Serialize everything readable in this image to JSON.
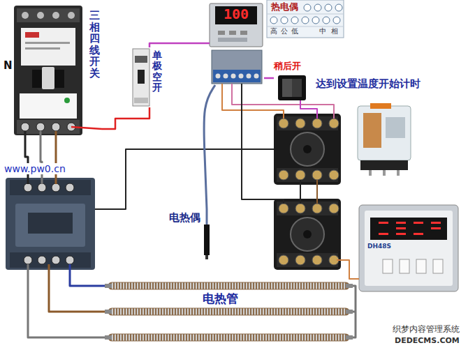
{
  "diagram": {
    "nodes": [
      {
        "text": [
          "三相四线开关"
        ]
      },
      {
        "text": [
          "单极空开"
        ]
      },
      {
        "text": [
          "100"
        ]
      },
      {
        "text": [
          "热电偶",
          "高",
          "公",
          "低",
          "中",
          "相"
        ]
      },
      {
        "text": [
          "稍后开"
        ]
      },
      {
        "text": [
          "电热偶"
        ]
      },
      {
        "text": [
          "电热管"
        ]
      },
      {
        "text": [
          "DH48S"
        ]
      }
    ],
    "edges": [
      {
        "from": 0,
        "to": 1,
        "arrow": "none"
      },
      {
        "from": 1,
        "to": 2,
        "arrow": "none"
      },
      {
        "from": 5,
        "to": 2,
        "arrow": "none"
      },
      {
        "from": 2,
        "to": 4,
        "arrow": "none"
      }
    ],
    "labels": [
      "N",
      "达到设置温度开始计时",
      "www.pw0.cn",
      "织梦内容管理系统",
      "DEDECMS.COM"
    ]
  }
}
